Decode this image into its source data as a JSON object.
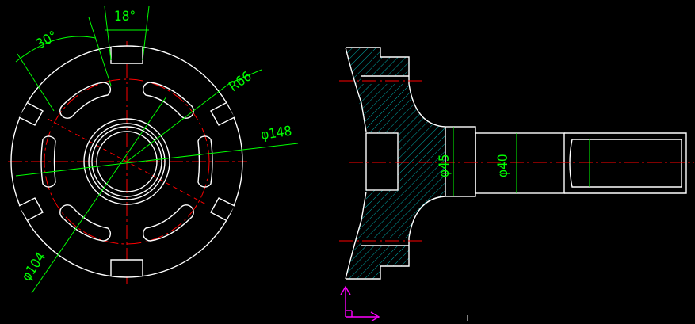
{
  "app": {
    "canvas_background": "#000000",
    "colors": {
      "outline": "#ffffff",
      "dimension": "#00ff00",
      "centerline": "#ff0000",
      "hatch": "#00aaaa",
      "ucs": "#ff00ff"
    }
  },
  "drawing": {
    "front_view": {
      "dims": {
        "angle_slot": "18°",
        "angle_pitch": "30°",
        "radius": "R66",
        "outer_diameter": "φ148",
        "pitch_diameter": "φ104"
      }
    },
    "section_view": {
      "dims": {
        "neck_diameter": "φ45",
        "shaft_diameter": "φ40"
      }
    },
    "ucs_icon": "ucs-axis-icon"
  }
}
